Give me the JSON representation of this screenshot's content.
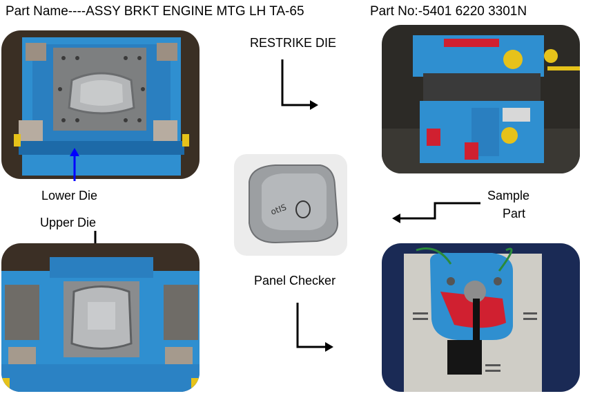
{
  "header": {
    "part_name": "Part Name----ASSY BRKT ENGINE MTG LH TA-65",
    "part_no": "Part No:-5401 6220  3301N"
  },
  "labels": {
    "restrike_die": "RESTRIKE DIE",
    "lower_die": "Lower Die",
    "upper_die": "Upper Die",
    "panel_checker": "Panel Checker",
    "sample_line1": "Sample",
    "sample_line2": "Part"
  },
  "colors": {
    "die_blue": "#2f8fd0",
    "die_dark_blue": "#1d6aa8",
    "metal": "#9a9a98",
    "pointer_blue": "#0000ff",
    "checker_red": "#d02030",
    "checker_plate": "#cfcdc6"
  }
}
